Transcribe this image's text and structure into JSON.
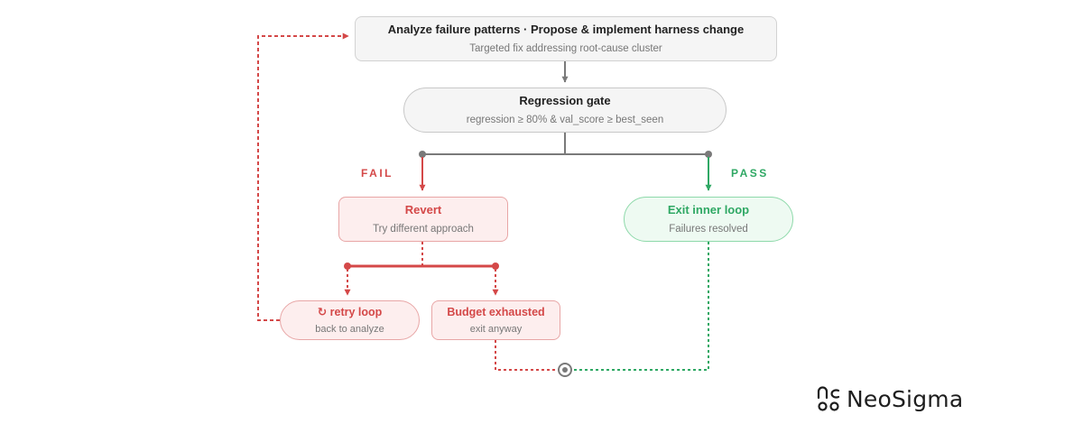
{
  "nodes": {
    "analyze": {
      "title": "Analyze failure patterns · Propose & implement harness change",
      "subtitle": "Targeted fix addressing root-cause cluster"
    },
    "gate": {
      "title": "Regression gate",
      "subtitle": "regression ≥ 80% & val_score ≥ best_seen"
    },
    "revert": {
      "title": "Revert",
      "subtitle": "Try different approach"
    },
    "exit": {
      "title": "Exit inner loop",
      "subtitle": "Failures resolved"
    },
    "retry": {
      "title": "retry loop",
      "subtitle": "back to analyze"
    },
    "budget": {
      "title": "Budget exhausted",
      "subtitle": "exit anyway"
    }
  },
  "branches": {
    "fail_label": "FAIL",
    "pass_label": "PASS"
  },
  "icons": {
    "retry": "retry-icon",
    "merge": "merge-point-icon",
    "logo": "neosigma-logo-icon"
  },
  "colors": {
    "fail": "#d44848",
    "pass": "#2fa864",
    "neutral": "#7a7a7a"
  },
  "brand": {
    "name": "NeoSigma"
  }
}
